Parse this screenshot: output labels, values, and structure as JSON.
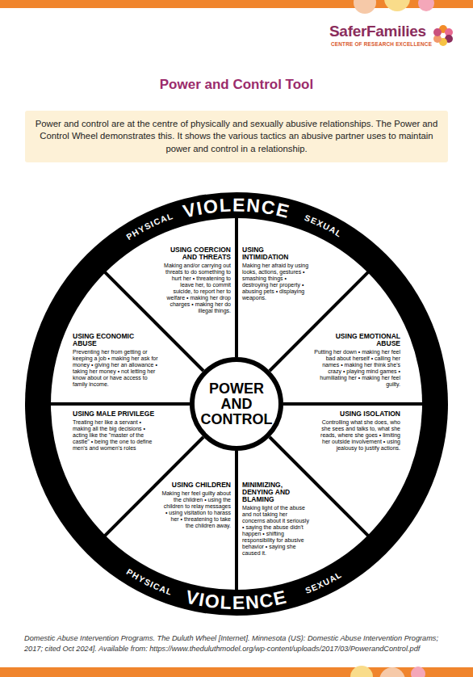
{
  "diagram": {
    "title": "Power and Control Tool",
    "caption": "Domestic Abuse Intervention Programs. The Duluth Wheel [Internet]. Minnesota (US): Domestic Abuse Intervention Programs; 2017; cited Oct 2024]. Available from: https://www.theduluthmodel.org/wp-content/uploads/2017/03/PowerandControl.pdf",
    "nodes": [
      {
        "text": [
          "Power and control are at the centre of physically and sexually abusive relationships. The Power and Control Wheel demonstrates this. It shows the various tactics an abusive partner uses to maintain power and control in a relationship."
        ]
      },
      {
        "text": [
          "PHYSICAL",
          "VIOLENCE",
          "SEXUAL",
          "PHYSICAL",
          "VIOLENCE",
          "SEXUAL"
        ]
      },
      {
        "text": [
          "POWER AND CONTROL"
        ],
        "in": 1
      },
      {
        "text": [
          "USING COERCION AND THREATS",
          "Making and/or carrying out threats to do something to hurt her • threatening to leave her, to commit suicide, to report her to welfare • making her drop charges • making her do illegal things."
        ],
        "in": 1
      },
      {
        "text": [
          "USING INTIMIDATION",
          "Making her afraid by using looks, actions, gestures • smashing things • destroying her property • abusing pets • displaying weapons."
        ],
        "in": 1
      },
      {
        "text": [
          "USING EMOTIONAL ABUSE",
          "Putting her down • making her feel bad about herself • calling her names • making her think she's crazy • playing mind games • humiliating her • making her feel guilty."
        ],
        "in": 1
      },
      {
        "text": [
          "USING ISOLATION",
          "Controlling what she does, who she sees and talks to, what she reads, where she goes • limiting her outside involvement • using jealousy to justify actions."
        ],
        "in": 1
      },
      {
        "text": [
          "MINIMIZING, DENYING AND BLAMING",
          "Making light of the abuse and not taking her concerns about it seriously • saying the abuse didn't happen • shifting responsibility for abusive behavior • saying she caused it."
        ],
        "in": 1
      },
      {
        "text": [
          "USING CHILDREN",
          "Making her feel guilty about the children • using the children to relay messages • using visitation to harass her • threatening to take the children away."
        ],
        "in": 1
      },
      {
        "text": [
          "USING MALE PRIVILEGE",
          "Treating her like a servant • making all the big decisions • acting like the \"master of the castle\" • being the one to define men's and women's roles"
        ],
        "in": 1
      },
      {
        "text": [
          "USING ECONOMIC ABUSE",
          "Preventing her from getting or keeping a job • making her ask for money • giving her an allowance • taking her money • not letting her know about or have access to family income."
        ],
        "in": 1
      }
    ],
    "labels": [
      "SaferFamilies",
      "CENTRE OF RESEARCH EXCELLENCE"
    ]
  }
}
